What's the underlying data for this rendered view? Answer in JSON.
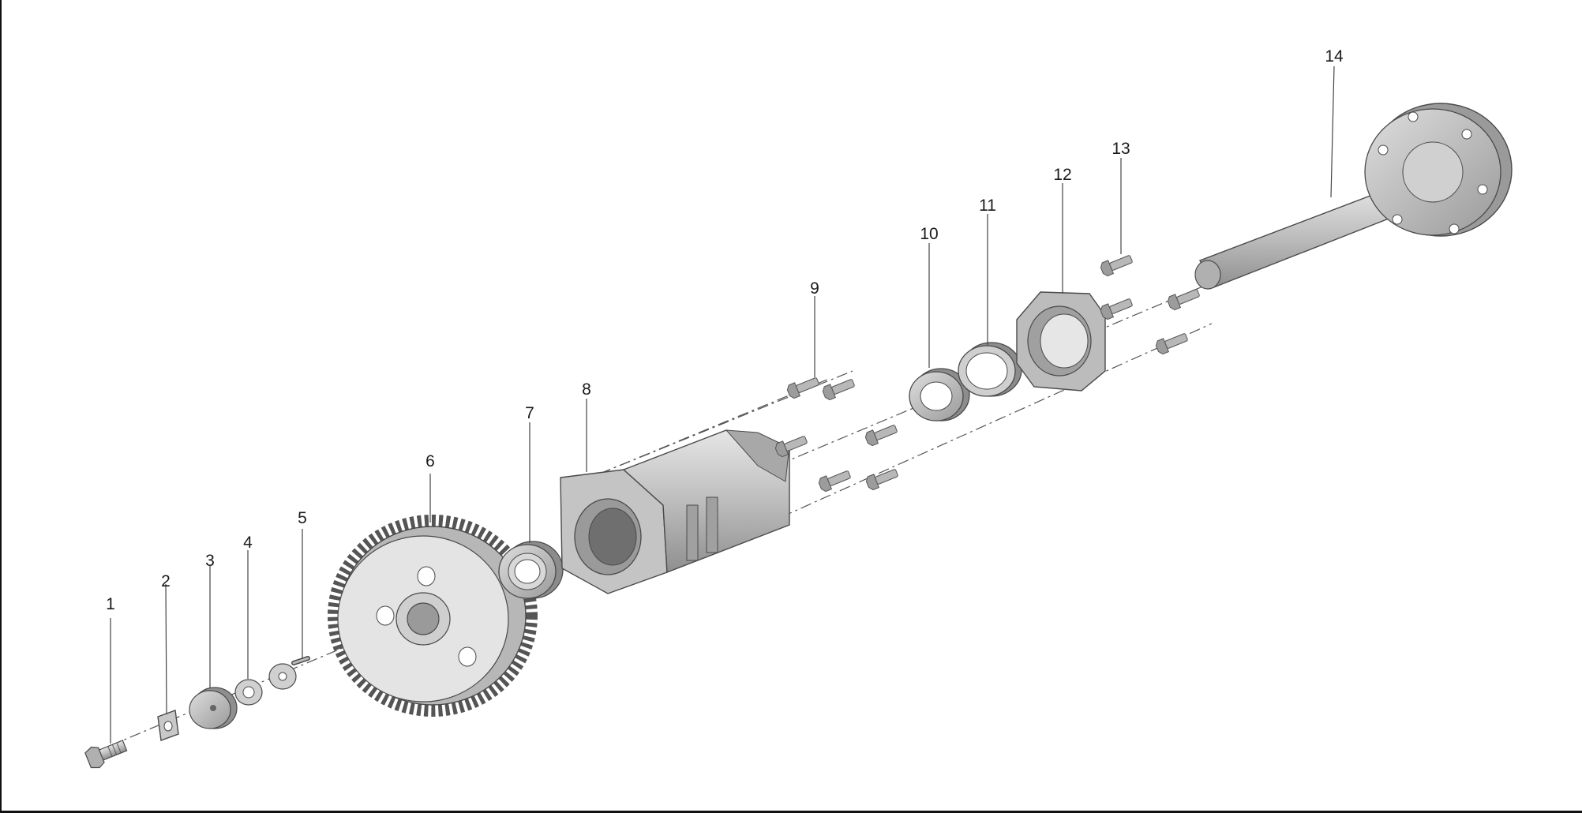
{
  "diagram": {
    "title": "",
    "callouts": [
      {
        "id": "callout-1",
        "label": "1"
      },
      {
        "id": "callout-2",
        "label": "2"
      },
      {
        "id": "callout-3",
        "label": "3"
      },
      {
        "id": "callout-4",
        "label": "4"
      },
      {
        "id": "callout-5",
        "label": "5"
      },
      {
        "id": "callout-6",
        "label": "6"
      },
      {
        "id": "callout-7",
        "label": "7"
      },
      {
        "id": "callout-8",
        "label": "8"
      },
      {
        "id": "callout-9",
        "label": "9"
      },
      {
        "id": "callout-10",
        "label": "10"
      },
      {
        "id": "callout-11",
        "label": "11"
      },
      {
        "id": "callout-12",
        "label": "12"
      },
      {
        "id": "callout-13",
        "label": "13"
      },
      {
        "id": "callout-14",
        "label": "14"
      }
    ]
  },
  "colors": {
    "background": "#ffffff",
    "part_light": "#d9d9d9",
    "part_mid": "#b5b5b5",
    "part_dark": "#7a7a7a",
    "outline": "#4a4a4a",
    "label": "#1a1a1a"
  }
}
